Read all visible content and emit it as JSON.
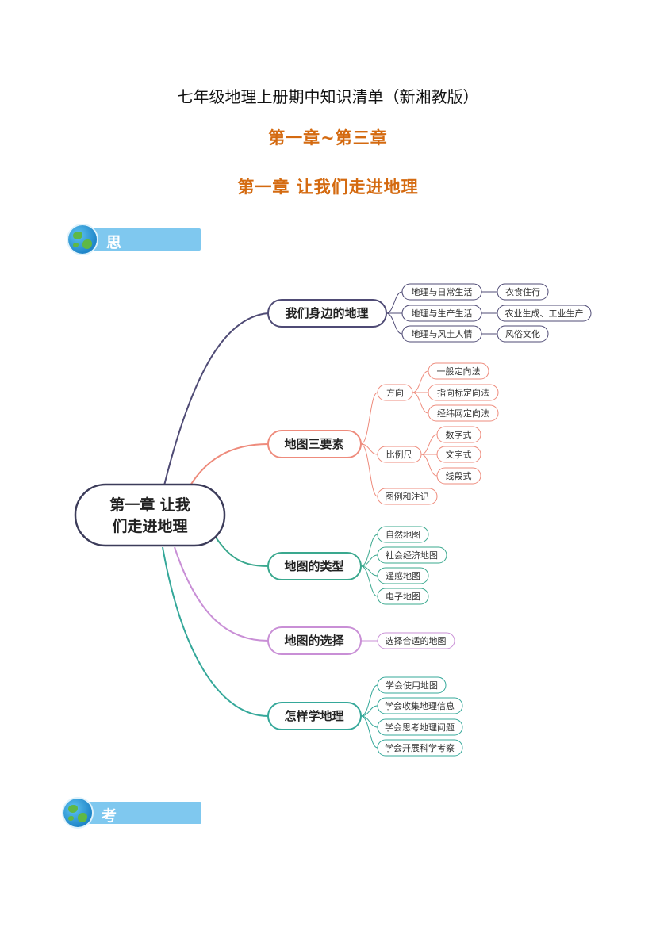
{
  "title": "七年级地理上册期中知识清单（新湘教版）",
  "subtitle1": "第一章~第三章",
  "subtitle2": "第一章  让我们走进地理",
  "banner1": "思维导图",
  "banner2": "考点清单",
  "root": {
    "line1": "第一章 让我",
    "line2": "们走进地理"
  },
  "branches": {
    "b1": {
      "label": "我们身边的地理",
      "items": [
        "地理与日常生活",
        "地理与生产生活",
        "地理与风土人情"
      ],
      "details": [
        "衣食住行",
        "农业生成、工业生产",
        "风俗文化"
      ]
    },
    "b2": {
      "label": "地图三要素",
      "items": [
        "方向",
        "比例尺",
        "图例和注记"
      ],
      "direction": [
        "一般定向法",
        "指向标定向法",
        "经纬网定向法"
      ],
      "scale": [
        "数字式",
        "文字式",
        "线段式"
      ]
    },
    "b3": {
      "label": "地图的类型",
      "items": [
        "自然地图",
        "社会经济地图",
        "遥感地图",
        "电子地图"
      ]
    },
    "b4": {
      "label": "地图的选择",
      "items": [
        "选择合适的地图"
      ]
    },
    "b5": {
      "label": "怎样学地理",
      "items": [
        "学会使用地图",
        "学会收集地理信息",
        "学会思考地理问题",
        "学会开展科学考察"
      ]
    }
  },
  "colors": {
    "b1": "#4f4b75",
    "b2": "#ee8b7c",
    "b3": "#3aa88e",
    "b4": "#c98fd6",
    "b5": "#35a89a",
    "root": "#3c3c5a",
    "orange": "#d46a10",
    "banner": "#7fc8ef"
  }
}
